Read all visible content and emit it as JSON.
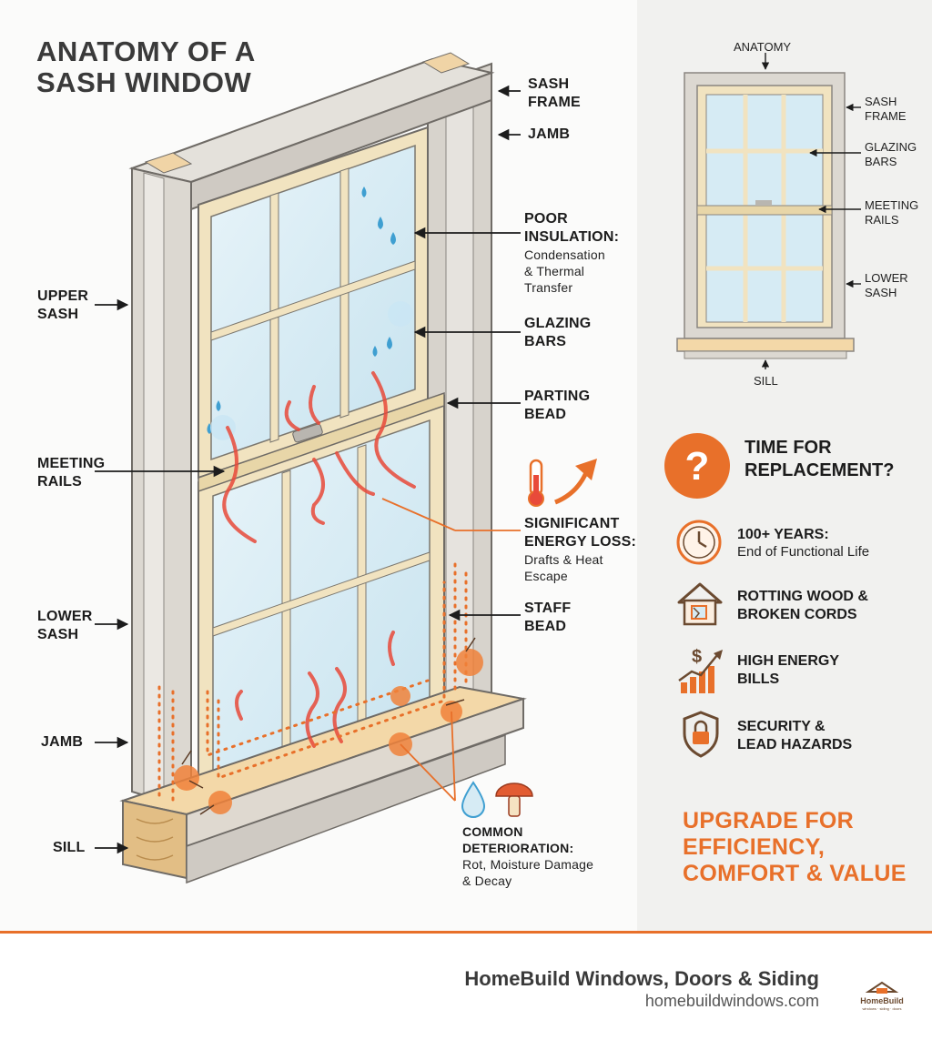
{
  "title": {
    "line1": "ANATOMY OF A",
    "line2": "SASH WINDOW"
  },
  "labels": {
    "sash_frame": [
      "SASH",
      "FRAME"
    ],
    "jamb_top": "JAMB",
    "poor_insulation": {
      "title": [
        "POOR",
        "INSULATION:"
      ],
      "desc": [
        "Condensation",
        "& Thermal",
        "Transfer"
      ]
    },
    "glazing_bars": [
      "GLAZING",
      "BARS"
    ],
    "parting_bead": [
      "PARTING",
      "BEAD"
    ],
    "energy_loss": {
      "title": [
        "SIGNIFICANT",
        "ENERGY LOSS:"
      ],
      "desc": [
        "Drafts & Heat",
        "Escape"
      ]
    },
    "staff_bead": [
      "STAFF",
      "BEAD"
    ],
    "deterioration": {
      "title": [
        "COMMON",
        "DETERIORATION:"
      ],
      "desc": [
        "Rot, Moisture Damage",
        "& Decay"
      ]
    },
    "upper_sash": [
      "UPPER",
      "SASH"
    ],
    "meeting_rails": [
      "MEETING",
      "RAILS"
    ],
    "lower_sash": [
      "LOWER",
      "SASH"
    ],
    "jamb_bottom": "JAMB",
    "sill": "SILL"
  },
  "mini": {
    "top": "ANATOMY",
    "sash_frame": [
      "SASH",
      "FRAME"
    ],
    "glazing_bars": [
      "GLAZING",
      "BARS"
    ],
    "meeting_rails": [
      "MEETING",
      "RAILS"
    ],
    "lower_sash": [
      "LOWER",
      "SASH"
    ],
    "sill": "SILL"
  },
  "replacement": {
    "icon": "question-mark-icon",
    "title": [
      "TIME FOR",
      "REPLACEMENT?"
    ],
    "items": [
      {
        "icon": "clock-icon",
        "title": "100+ YEARS:",
        "desc": "End of Functional Life"
      },
      {
        "icon": "house-icon",
        "title": "ROTTING WOOD &",
        "title2": "BROKEN CORDS"
      },
      {
        "icon": "cost-graph-icon",
        "title": "HIGH ENERGY",
        "title2": "BILLS"
      },
      {
        "icon": "shield-lock-icon",
        "title": "SECURITY &",
        "title2": "LEAD HAZARDS"
      }
    ]
  },
  "upgrade": [
    "UPGRADE FOR",
    "EFFICIENCY,",
    "COMFORT & VALUE"
  ],
  "footer": {
    "brand": "HomeBuild Windows, Doors & Siding",
    "url": "homebuildwindows.com",
    "logo_text": "HomeBuild",
    "logo_sub": "windows · siding · doors"
  },
  "colors": {
    "accent": "#e8702a",
    "frame": "#d9d6d0",
    "sash": "#efe2bf",
    "glass": "#d6ebf4",
    "heat": "#e84a3a"
  }
}
